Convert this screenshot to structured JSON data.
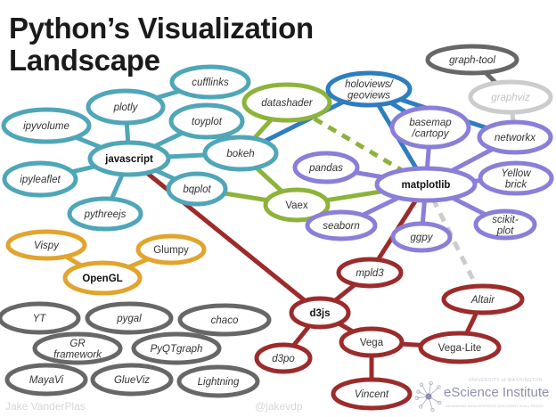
{
  "title": "Python’s Visualization Landscape",
  "title_lines": [
    "Python’s Visualization",
    "Landscape"
  ],
  "colors": {
    "javascript": "#4fa6b8",
    "green": "#8db33a",
    "blue": "#2e7dbf",
    "matplotlib": "#8a7fd8",
    "d3js": "#9c2b2b",
    "opengl": "#e1a42d",
    "standalone": "#676767",
    "graphviz": "#cccccc"
  },
  "nodes": [
    {
      "id": "cufflinks",
      "label": "cufflinks",
      "group": "javascript",
      "style": "italic"
    },
    {
      "id": "plotly",
      "label": "plotly",
      "group": "javascript",
      "style": "italic"
    },
    {
      "id": "ipyvolume",
      "label": "ipyvolume",
      "group": "javascript",
      "style": "italic"
    },
    {
      "id": "toyplot",
      "label": "toyplot",
      "group": "javascript",
      "style": "italic"
    },
    {
      "id": "javascript",
      "label": "javascript",
      "group": "javascript",
      "style": "bold"
    },
    {
      "id": "bokeh",
      "label": "bokeh",
      "group": "javascript",
      "style": "italic"
    },
    {
      "id": "ipyleaflet",
      "label": "ipyleaflet",
      "group": "javascript",
      "style": "italic"
    },
    {
      "id": "bqplot",
      "label": "bqplot",
      "group": "javascript",
      "style": "italic"
    },
    {
      "id": "pythreejs",
      "label": "pythreejs",
      "group": "javascript",
      "style": "italic"
    },
    {
      "id": "datashader",
      "label": "datashader",
      "group": "green",
      "style": "italic"
    },
    {
      "id": "vaex",
      "label": "Vaex",
      "group": "green",
      "style": "normal"
    },
    {
      "id": "holoviews",
      "label": "holoviews/\ngeoviews",
      "group": "blue",
      "style": "italic"
    },
    {
      "id": "graphtool",
      "label": "graph-tool",
      "group": "standalone",
      "style": "italic"
    },
    {
      "id": "graphviz",
      "label": "graphviz",
      "group": "graphviz",
      "style": "italic"
    },
    {
      "id": "basemap",
      "label": "basemap\n/cartopy",
      "group": "matplotlib",
      "style": "italic"
    },
    {
      "id": "networkx",
      "label": "networkx",
      "group": "matplotlib",
      "style": "italic"
    },
    {
      "id": "pandas",
      "label": "pandas",
      "group": "matplotlib",
      "style": "italic"
    },
    {
      "id": "matplotlib",
      "label": "matplotlib",
      "group": "matplotlib",
      "style": "bold"
    },
    {
      "id": "yellowbrick",
      "label": "Yellow\nbrick",
      "group": "matplotlib",
      "style": "italic"
    },
    {
      "id": "seaborn",
      "label": "seaborn",
      "group": "matplotlib",
      "style": "italic"
    },
    {
      "id": "ggpy",
      "label": "ggpy",
      "group": "matplotlib",
      "style": "italic"
    },
    {
      "id": "scikitplot",
      "label": "scikit-\nplot",
      "group": "matplotlib",
      "style": "italic"
    },
    {
      "id": "vispy",
      "label": "Vispy",
      "group": "opengl",
      "style": "italic"
    },
    {
      "id": "glumpy",
      "label": "Glumpy",
      "group": "opengl",
      "style": "normal"
    },
    {
      "id": "opengl",
      "label": "OpenGL",
      "group": "opengl",
      "style": "bold"
    },
    {
      "id": "yt",
      "label": "YT",
      "group": "standalone",
      "style": "italic"
    },
    {
      "id": "pygal",
      "label": "pygal",
      "group": "standalone",
      "style": "italic"
    },
    {
      "id": "chaco",
      "label": "chaco",
      "group": "standalone",
      "style": "italic"
    },
    {
      "id": "grframework",
      "label": "GR\nframework",
      "group": "standalone",
      "style": "italic"
    },
    {
      "id": "pyqtgraph",
      "label": "PyQTgraph",
      "group": "standalone",
      "style": "italic"
    },
    {
      "id": "mayavi",
      "label": "MayaVi",
      "group": "standalone",
      "style": "italic"
    },
    {
      "id": "glueviz",
      "label": "GlueViz",
      "group": "standalone",
      "style": "italic"
    },
    {
      "id": "lightning",
      "label": "Lightning",
      "group": "standalone",
      "style": "italic"
    },
    {
      "id": "mpld3",
      "label": "mpld3",
      "group": "d3js",
      "style": "italic"
    },
    {
      "id": "d3js",
      "label": "d3js",
      "group": "d3js",
      "style": "bold"
    },
    {
      "id": "altair",
      "label": "Altair",
      "group": "d3js",
      "style": "italic"
    },
    {
      "id": "vega",
      "label": "Vega",
      "group": "d3js",
      "style": "normal"
    },
    {
      "id": "vegalite",
      "label": "Vega-Lite",
      "group": "d3js",
      "style": "normal"
    },
    {
      "id": "d3po",
      "label": "d3po",
      "group": "d3js",
      "style": "italic"
    },
    {
      "id": "vincent",
      "label": "Vincent",
      "group": "d3js",
      "style": "italic"
    }
  ],
  "edges": [
    {
      "from": "cufflinks",
      "to": "plotly",
      "group": "javascript"
    },
    {
      "from": "plotly",
      "to": "javascript",
      "group": "javascript"
    },
    {
      "from": "ipyvolume",
      "to": "javascript",
      "group": "javascript"
    },
    {
      "from": "toyplot",
      "to": "javascript",
      "group": "javascript"
    },
    {
      "from": "bokeh",
      "to": "javascript",
      "group": "javascript"
    },
    {
      "from": "ipyleaflet",
      "to": "javascript",
      "group": "javascript"
    },
    {
      "from": "bqplot",
      "to": "javascript",
      "group": "javascript"
    },
    {
      "from": "pythreejs",
      "to": "javascript",
      "group": "javascript"
    },
    {
      "from": "javascript",
      "to": "d3js",
      "group": "d3js"
    },
    {
      "from": "bokeh",
      "to": "datashader",
      "group": "green"
    },
    {
      "from": "bokeh",
      "to": "vaex",
      "group": "green"
    },
    {
      "from": "bqplot",
      "to": "vaex",
      "group": "green"
    },
    {
      "from": "vaex",
      "to": "matplotlib",
      "group": "green"
    },
    {
      "from": "datashader",
      "to": "matplotlib",
      "group": "green",
      "dashed": true
    },
    {
      "from": "bokeh",
      "to": "holoviews",
      "group": "blue"
    },
    {
      "from": "datashader",
      "to": "holoviews",
      "group": "blue"
    },
    {
      "from": "holoviews",
      "to": "matplotlib",
      "group": "blue"
    },
    {
      "from": "holoviews",
      "to": "basemap",
      "group": "blue"
    },
    {
      "from": "holoviews",
      "to": "networkx",
      "group": "blue"
    },
    {
      "from": "graphtool",
      "to": "graphviz",
      "group": "standalone"
    },
    {
      "from": "graphviz",
      "to": "networkx",
      "group": "graphviz"
    },
    {
      "from": "matplotlib",
      "to": "basemap",
      "group": "matplotlib"
    },
    {
      "from": "matplotlib",
      "to": "networkx",
      "group": "matplotlib"
    },
    {
      "from": "matplotlib",
      "to": "yellowbrick",
      "group": "matplotlib"
    },
    {
      "from": "matplotlib",
      "to": "pandas",
      "group": "matplotlib"
    },
    {
      "from": "matplotlib",
      "to": "seaborn",
      "group": "matplotlib"
    },
    {
      "from": "matplotlib",
      "to": "ggpy",
      "group": "matplotlib"
    },
    {
      "from": "matplotlib",
      "to": "scikitplot",
      "group": "matplotlib"
    },
    {
      "from": "matplotlib",
      "to": "altair",
      "group": "graphviz",
      "dashed": true
    },
    {
      "from": "matplotlib",
      "to": "mpld3",
      "group": "d3js"
    },
    {
      "from": "mpld3",
      "to": "d3js",
      "group": "d3js"
    },
    {
      "from": "d3js",
      "to": "d3po",
      "group": "d3js"
    },
    {
      "from": "d3js",
      "to": "vega",
      "group": "d3js"
    },
    {
      "from": "vega",
      "to": "vegalite",
      "group": "d3js"
    },
    {
      "from": "vega",
      "to": "vincent",
      "group": "d3js"
    },
    {
      "from": "vegalite",
      "to": "altair",
      "group": "d3js"
    },
    {
      "from": "vispy",
      "to": "opengl",
      "group": "opengl"
    },
    {
      "from": "glumpy",
      "to": "opengl",
      "group": "opengl"
    }
  ],
  "footer": {
    "author": "Jake VanderPlas",
    "handle": "@jakevdp",
    "logo_university": "UNIVERSITY of WASHINGTON",
    "logo_name": "eScience Institute",
    "logo_tagline": "ADVANCING DATA-INTENSIVE DISCOVERY IN ALL FIELDS"
  }
}
